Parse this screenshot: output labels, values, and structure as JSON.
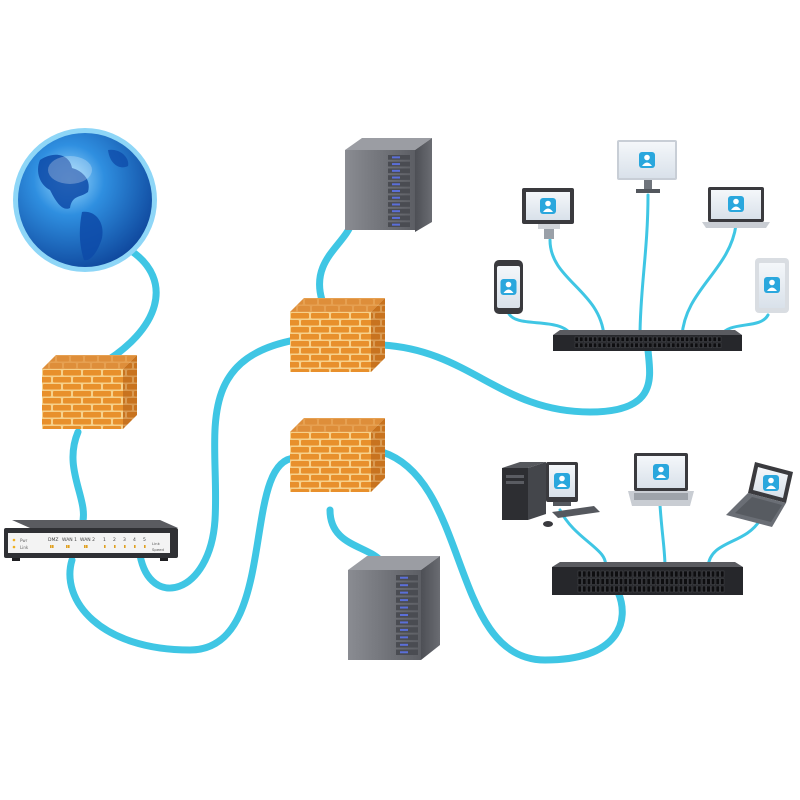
{
  "colors": {
    "cable": "#3fc6e4",
    "brick": "#e8902c",
    "brick_mortar": "#f6d08a",
    "globe_light": "#6ec3f5",
    "globe_dark": "#0b3f95",
    "server": "#6f7178",
    "device_body": "#3a3a3e",
    "user_icon": "#2aa7dd"
  },
  "router": {
    "port_labels": [
      "DMZ",
      "WAN 1",
      "WAN 2",
      "1",
      "2",
      "3",
      "4",
      "5"
    ],
    "status_labels": [
      "Pwr",
      "Link"
    ],
    "right_labels": [
      "Link",
      "Speed"
    ]
  },
  "nodes": {
    "globe": "globe-icon",
    "firewalls": [
      "firewall-icon",
      "firewall-icon",
      "firewall-icon"
    ],
    "servers": [
      "server-tower-icon",
      "server-tower-icon"
    ],
    "switches": [
      "network-switch-icon",
      "network-switch-icon"
    ],
    "clients_top": [
      "smartphone-icon",
      "monitor-icon",
      "desktop-display-icon",
      "laptop-icon",
      "tablet-icon"
    ],
    "clients_bottom": [
      "desktop-pc-icon",
      "laptop-icon",
      "laptop-icon"
    ]
  }
}
